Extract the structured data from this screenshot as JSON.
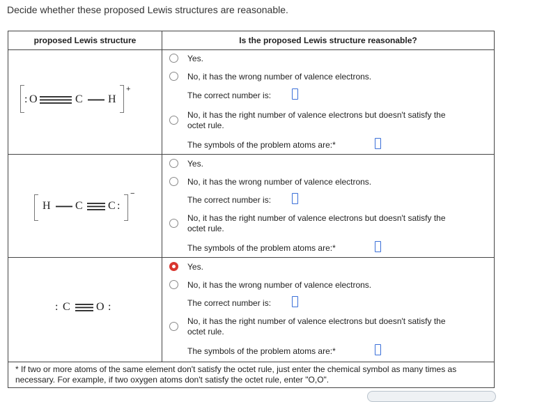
{
  "instruction": "Decide whether these proposed Lewis structures are reasonable.",
  "table": {
    "col1_header": "proposed Lewis structure",
    "col2_header": "Is the proposed Lewis structure reasonable?"
  },
  "options": {
    "yes": "Yes.",
    "wrong_valence": "No, it has the wrong number of valence electrons.",
    "correct_number": "The correct number is:",
    "octet_line1": "No, it has the right number of valence electrons but doesn't satisfy the",
    "octet_line2": "octet rule.",
    "problem_atoms": "The symbols of the problem atoms are:*"
  },
  "structures": [
    {
      "charge": "+",
      "atoms": [
        "O",
        "C",
        "H"
      ],
      "selected": "none"
    },
    {
      "charge": "−",
      "atoms": [
        "H",
        "C",
        "C"
      ],
      "selected": "none"
    },
    {
      "charge": "",
      "atoms": [
        "C",
        "O"
      ],
      "selected": "yes"
    }
  ],
  "mol": {
    "m1_a": ":",
    "m1_o": "O",
    "m1_c": "C",
    "m1_h": "H",
    "m2_h": "H",
    "m2_c1": "C",
    "m2_c2": "C",
    "m2_colon": ":",
    "m3_colon_l": ":",
    "m3_c": "C",
    "m3_o": "O",
    "m3_colon_r": ":"
  },
  "footnote": "* If two or more atoms of the same element don't satisfy the octet rule, just enter the chemical symbol as many times as necessary. For example, if two oxygen atoms don't satisfy the octet rule, enter \"O,O\".",
  "colors": {
    "selected_radio": "#d9362f",
    "input_box": "#3a6fd8"
  }
}
